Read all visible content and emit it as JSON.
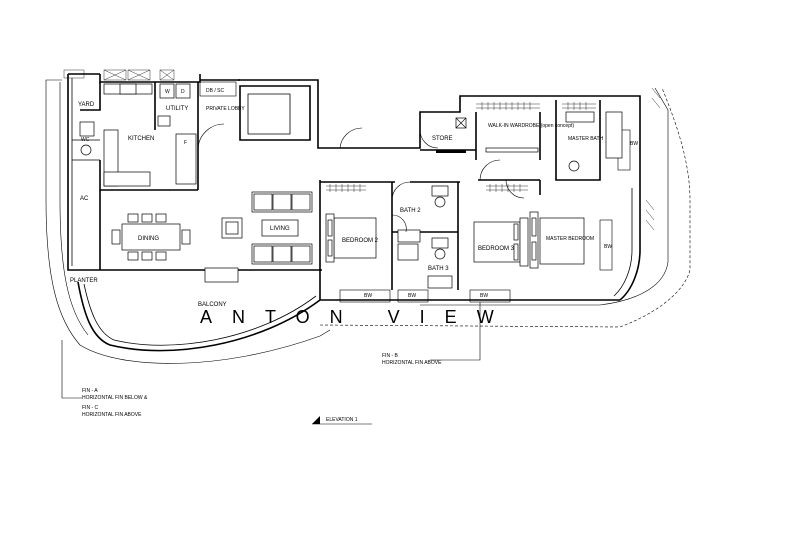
{
  "rooms": {
    "yard": "YARD",
    "wc": "WC",
    "kitchen": "KITCHEN",
    "utility": "UTILITY",
    "washer": "W",
    "dryer": "D",
    "db_sc": "DB / SC",
    "private_lobby": "PRIVATE LOBBY",
    "fridge": "F",
    "store": "STORE",
    "walk_in_wardrobe": "WALK-IN WARDROBE (open concept)",
    "master_bath": "MASTER BATH",
    "ac": "AC",
    "dining": "DINING",
    "living": "LIVING",
    "bath2": "BATH 2",
    "bath3": "BATH 3",
    "bedroom2": "BEDROOM 2",
    "bedroom3": "BEDROOM 3",
    "master_bedroom": "MASTER BEDROOM",
    "planter": "PLANTER",
    "balcony": "BALCONY"
  },
  "bw_labels": [
    "BW",
    "BW",
    "BW",
    "BW",
    "BW"
  ],
  "notes": {
    "fin_b_line1": "FIN - B",
    "fin_b_line2": "HORIZONTAL FIN ABOVE",
    "fin_a_line1": "FIN - A",
    "fin_a_line2": "HORIZONTAL FIN BELOW &",
    "fin_c_line1": "FIN - C",
    "fin_c_line2": "HORIZONTAL FIN ABOVE"
  },
  "elevation_label": "ELEVATION 1",
  "watermark": "ANTON VIEW"
}
